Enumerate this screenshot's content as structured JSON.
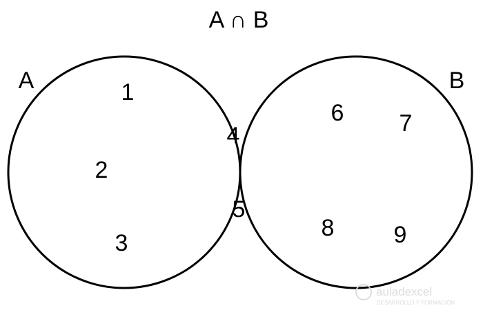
{
  "diagram": {
    "intersection_label": "A ∩ B",
    "set_a": {
      "label": "A",
      "only_elements": [
        "1",
        "2",
        "3"
      ]
    },
    "set_b": {
      "label": "B",
      "only_elements": [
        "6",
        "7",
        "8",
        "9"
      ]
    },
    "intersection_elements": [
      "4",
      "5"
    ],
    "colors": {
      "outline": "#000000",
      "intersection_fill": "#169140",
      "background": "#ffffff"
    }
  },
  "watermark": {
    "brand": "auladexcel",
    "tagline": "DESARROLLO Y FORMACIÓN"
  }
}
